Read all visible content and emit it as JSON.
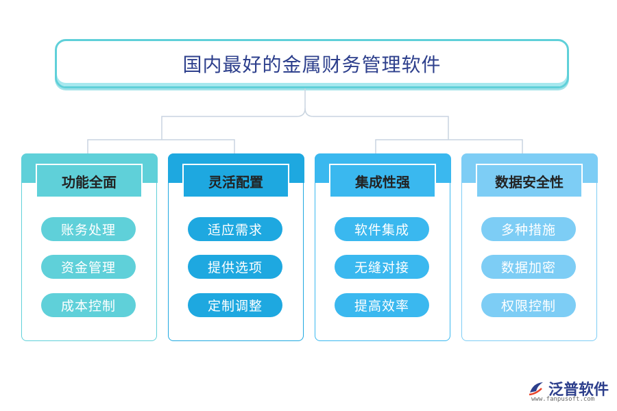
{
  "title": "国内最好的金属财务管理软件",
  "columns": [
    {
      "header": "功能全面",
      "items": [
        "账务处理",
        "资金管理",
        "成本控制"
      ],
      "strip_color": "#5fd0d9",
      "item_color": "#5fd0d9",
      "border_color": "#5fd0d9",
      "header_color": "#5fd0d9"
    },
    {
      "header": "灵活配置",
      "items": [
        "适应需求",
        "提供选项",
        "定制调整"
      ],
      "strip_color": "#1ea8e0",
      "item_color": "#1ea8e0",
      "border_color": "#1ea8e0",
      "header_color": "#1ea8e0"
    },
    {
      "header": "集成性强",
      "items": [
        "软件集成",
        "无缝对接",
        "提高效率"
      ],
      "strip_color": "#3ab8ef",
      "item_color": "#3ab8ef",
      "border_color": "#3ab8ef",
      "header_color": "#3ab8ef"
    },
    {
      "header": "数据安全性",
      "items": [
        "多种措施",
        "数据加密",
        "权限控制"
      ],
      "strip_color": "#7dcdf5",
      "item_color": "#7dcdf5",
      "border_color": "#7dcdf5",
      "header_color": "#7dcdf5"
    }
  ],
  "logo": {
    "name": "泛普软件",
    "url": "www.fanpusoft.com",
    "icon": "fanpu-logo-icon"
  }
}
